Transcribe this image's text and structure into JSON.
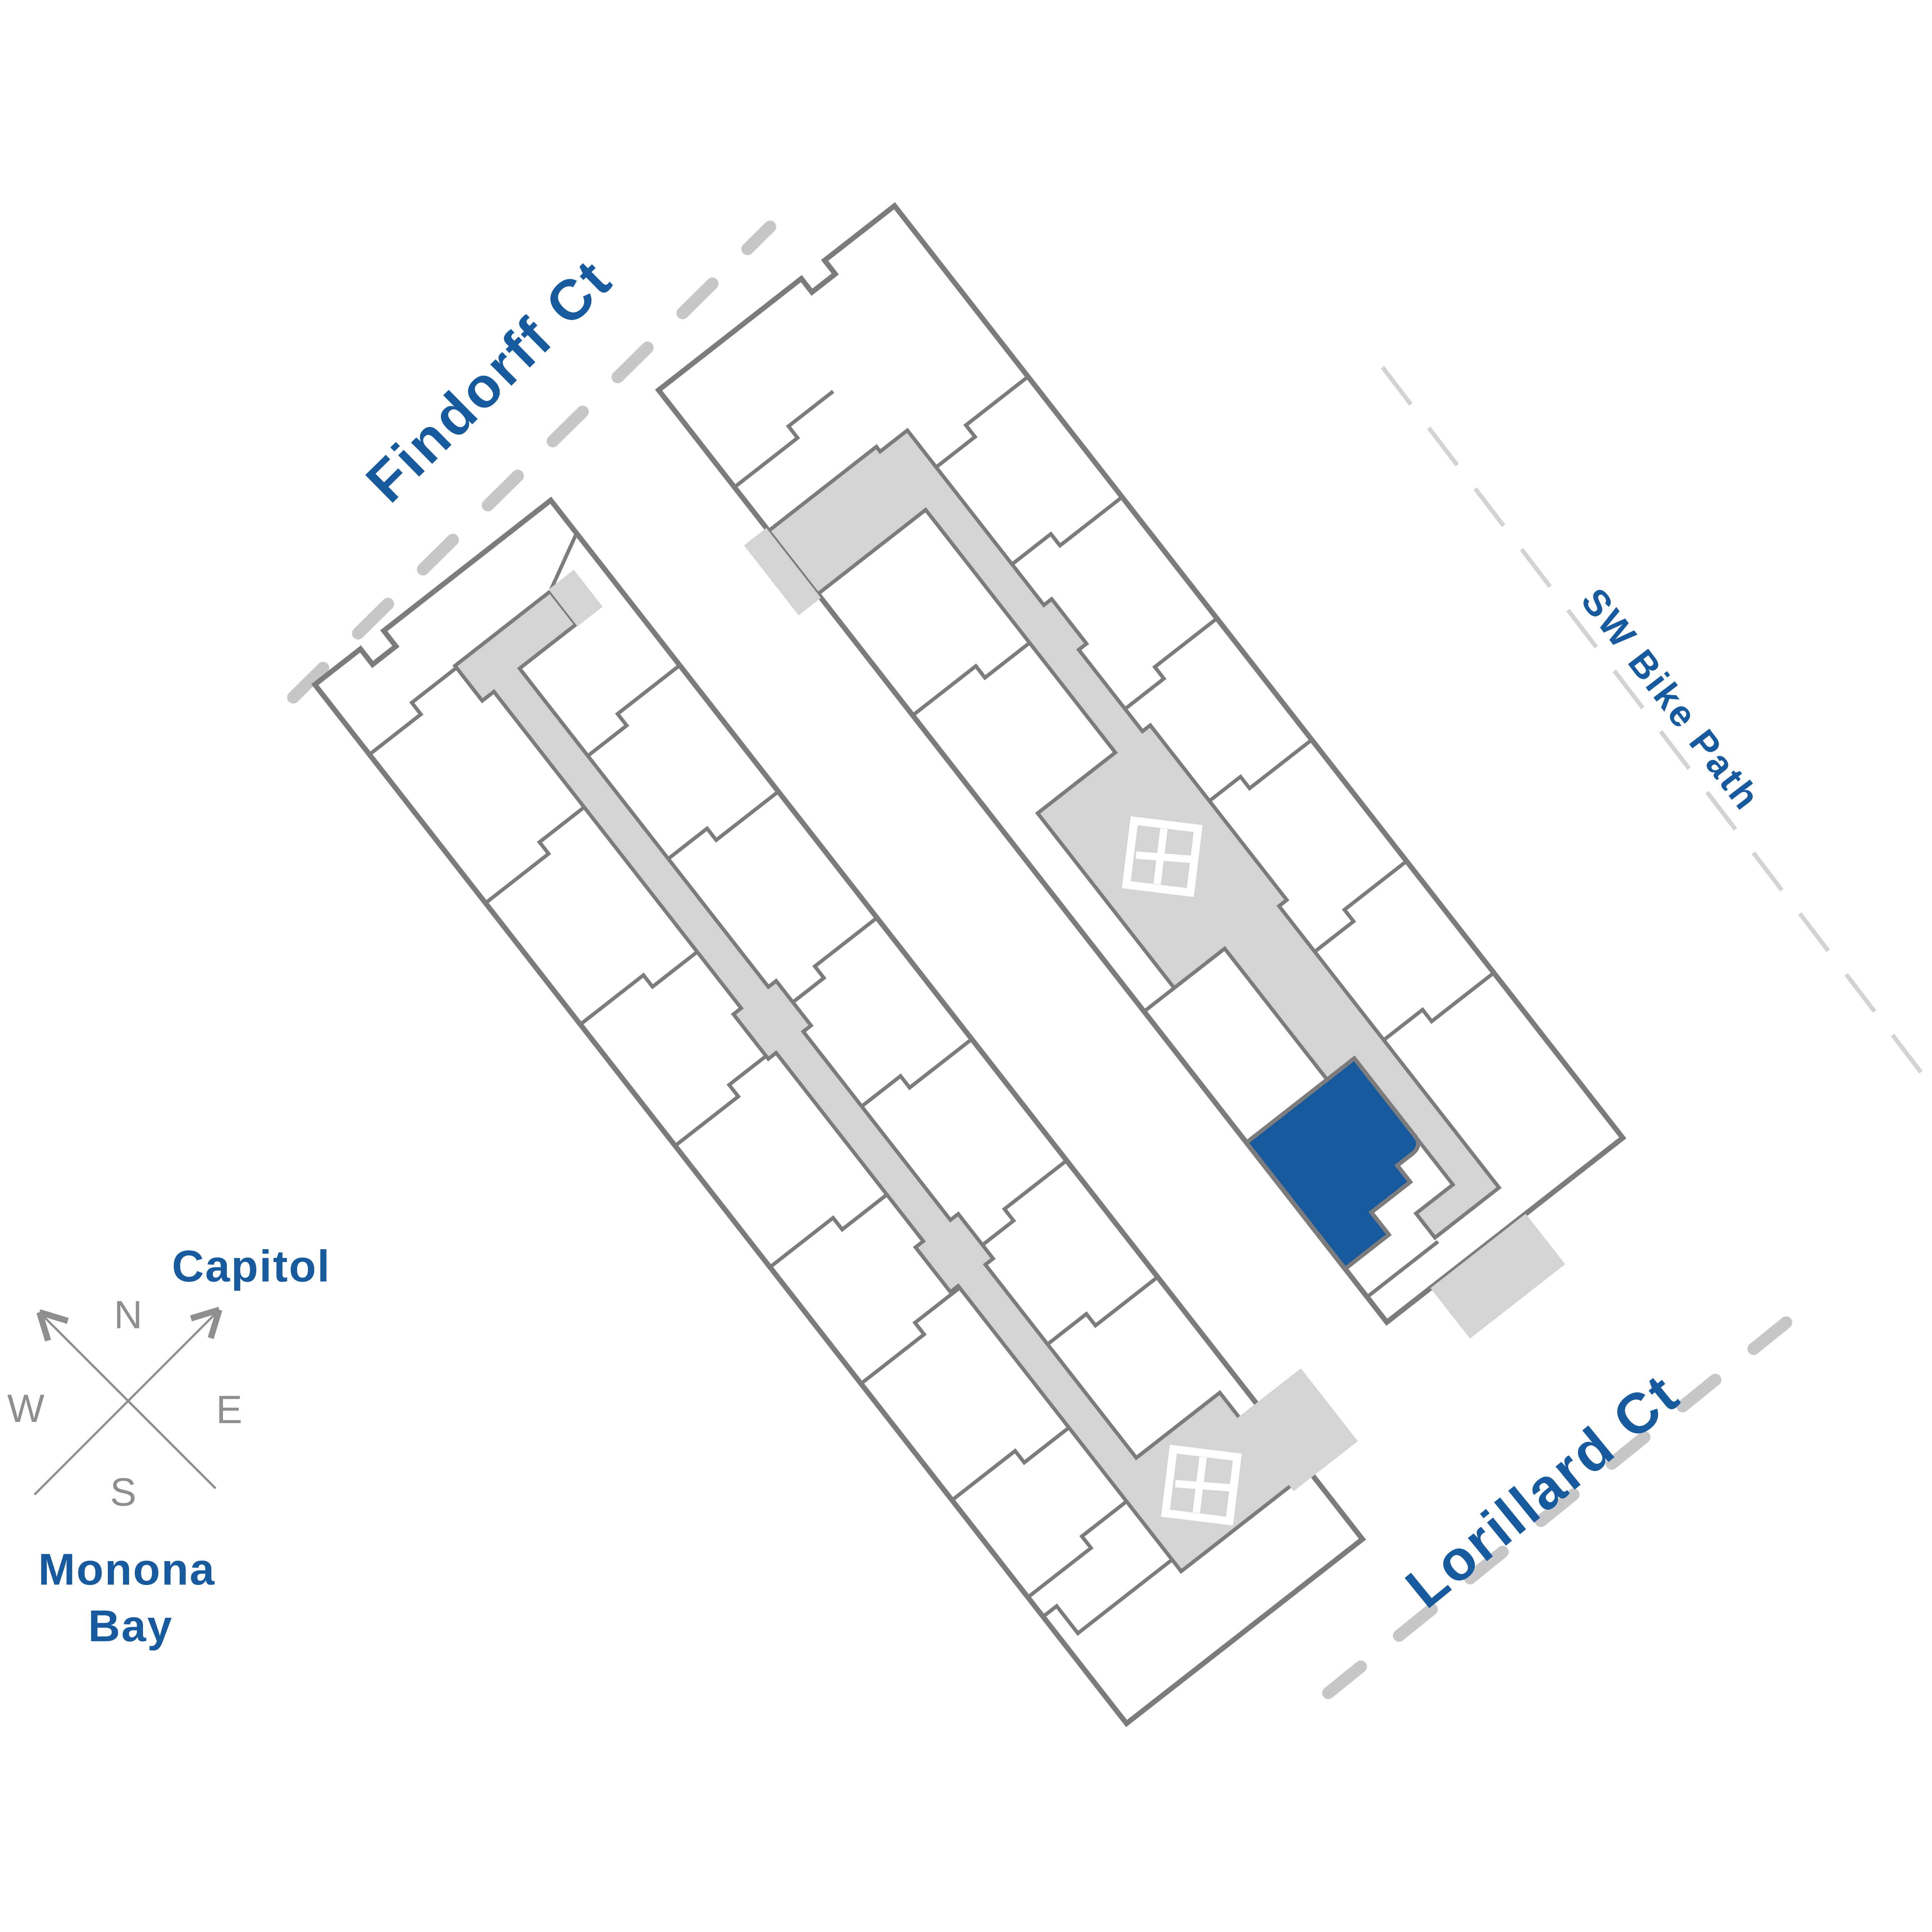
{
  "page": {
    "background": "#FFFFFF"
  },
  "colors": {
    "accent": "#175A9E",
    "outline": "#7C7C7F",
    "corridor": "#D4D4D6",
    "dash_major": "#C7C7C9",
    "dash_minor": "#D3D3D5",
    "compass": "#8E8E90",
    "marker": "#FFFFFF",
    "unit_fill": "#FFFFFF",
    "highlight": "#16599D",
    "background": "#FFFFFF"
  },
  "streets": {
    "findorff": "Findorff Ct",
    "bike_path": "SW Bike Path",
    "lorillard": "Lorillard Ct"
  },
  "landmarks": {
    "capitol": "Capitol",
    "monona_bay": [
      "Monona",
      "Bay"
    ]
  },
  "compass": {
    "north": "N",
    "east": "E",
    "south": "S",
    "west": "W"
  },
  "buildings": {
    "west": {
      "units_outlined": 17,
      "elevator_markers": 1,
      "highlighted_units": 0
    },
    "east": {
      "units_outlined": 14,
      "elevator_markers": 1,
      "highlighted_units": 1
    }
  }
}
